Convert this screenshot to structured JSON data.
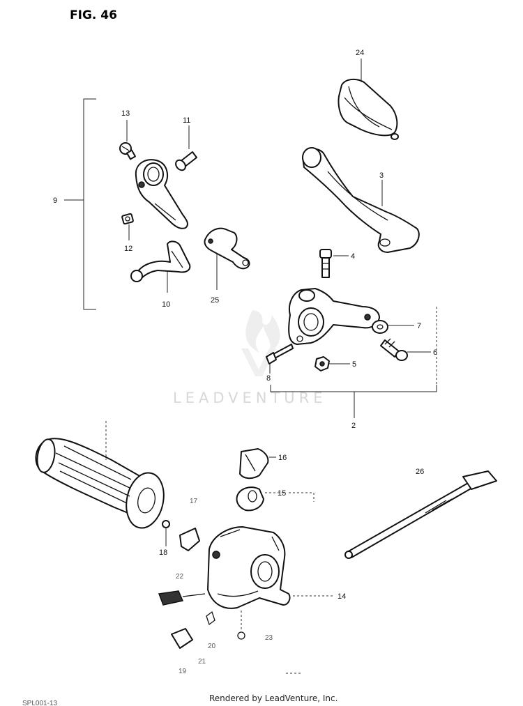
{
  "figure": {
    "title": "FIG. 46"
  },
  "watermark": {
    "text": "LEADVENTURE"
  },
  "footer": {
    "text": "Rendered by LeadVenture, Inc.",
    "code": "SPL001-13"
  },
  "callouts": {
    "c24": "24",
    "c13": "13",
    "c11": "11",
    "c9": "9",
    "c3": "3",
    "c12": "12",
    "c4": "4",
    "c10": "10",
    "c25": "25",
    "c7": "7",
    "c6": "6",
    "c5": "5",
    "c8": "8",
    "c2": "2",
    "c16": "16",
    "c26": "26",
    "c15": "15",
    "c17": "17",
    "c18": "18",
    "c22": "22",
    "c14": "14",
    "c20": "20",
    "c21": "21",
    "c19": "19",
    "c23": "23"
  }
}
